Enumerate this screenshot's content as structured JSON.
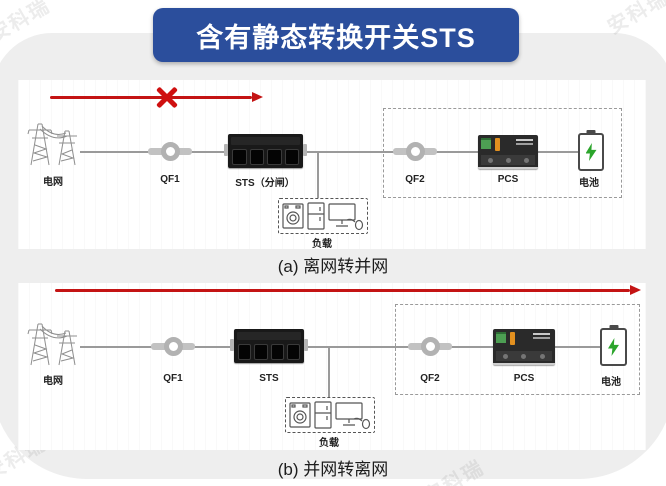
{
  "title": "含有静态转换开关STS",
  "watermark": "安科瑞",
  "colors": {
    "banner_blue": "#2b4e9c",
    "arrow_red": "#c41414",
    "wire_gray": "#9a9a9a",
    "battery_green": "#2ca52c",
    "card_gray": "#eeeeee"
  },
  "panel_a": {
    "caption": "(a) 离网转并网",
    "flow_blocked": true,
    "labels": {
      "grid": "电网",
      "qf1": "QF1",
      "sts": "STS（分闸）",
      "load": "负载",
      "qf2": "QF2",
      "pcs": "PCS",
      "battery": "电池"
    }
  },
  "panel_b": {
    "caption": "(b) 并网转离网",
    "flow_blocked": false,
    "labels": {
      "grid": "电网",
      "qf1": "QF1",
      "sts": "STS",
      "load": "负载",
      "qf2": "QF2",
      "pcs": "PCS",
      "battery": "电池"
    }
  }
}
